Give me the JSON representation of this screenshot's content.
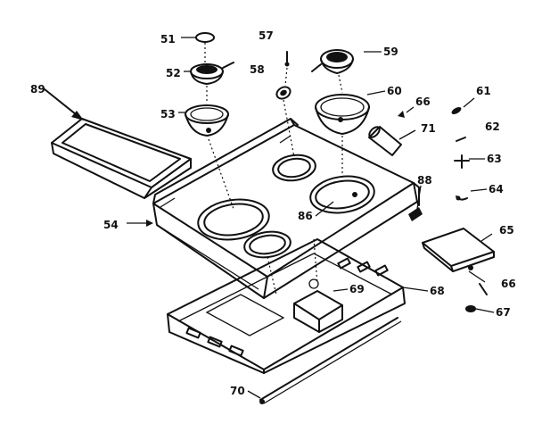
{
  "diagram": {
    "callouts": {
      "c51": "51",
      "c52": "52",
      "c53": "53",
      "c57": "57",
      "c58": "58",
      "c59": "59",
      "c60": "60",
      "c66a": "66",
      "c61": "61",
      "c62": "62",
      "c71": "71",
      "c63": "63",
      "c89": "89",
      "c88": "88",
      "c64": "64",
      "c54": "54",
      "c86": "86",
      "c65": "65",
      "c66b": "66",
      "c69": "69",
      "c68": "68",
      "c67": "67",
      "c70": "70"
    }
  }
}
